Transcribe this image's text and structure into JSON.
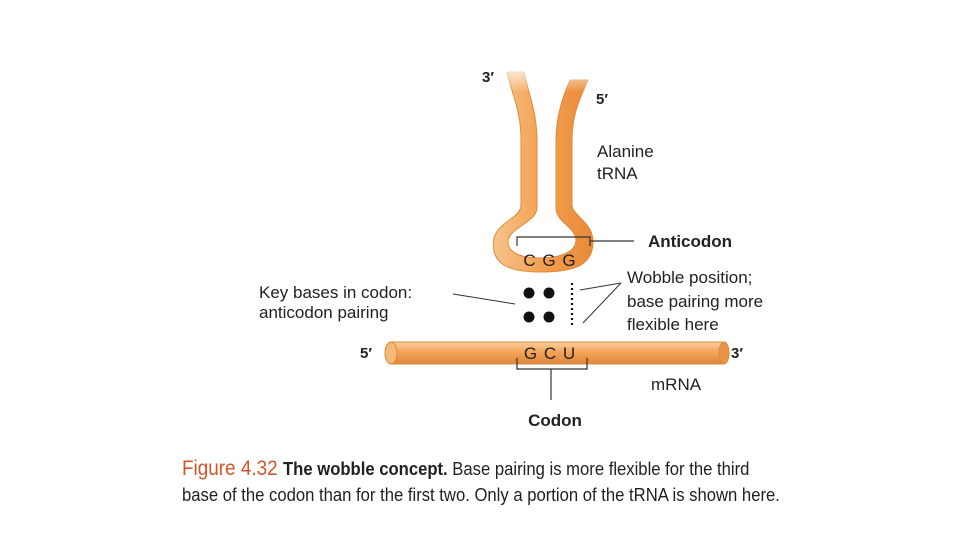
{
  "diagram": {
    "trna_3_end": "3′",
    "trna_5_end": "5′",
    "trna_label_line1": "Alanine",
    "trna_label_line2": "tRNA",
    "anticodon_label": "Anticodon",
    "anticodon_bases": "C G G",
    "wobble_label_line1": "Wobble position;",
    "wobble_label_line2": "base pairing more",
    "wobble_label_line3": "flexible here",
    "key_bases_line1": "Key bases in codon:",
    "key_bases_line2": "anticodon pairing",
    "mrna_5_end": "5′",
    "mrna_3_end": "3′",
    "codon_bases": "G C U",
    "mrna_label": "mRNA",
    "codon_label": "Codon"
  },
  "caption": {
    "figure_number": "Figure 4.32",
    "title": "The wobble concept.",
    "text_line1": " Base pairing is more flexible for the third",
    "text_line2": "base of the codon than for the first two. Only a portion of the tRNA is shown here."
  },
  "colors": {
    "trna_fill": "#f4a85a",
    "trna_stroke": "#d98a3a",
    "mrna_fill": "#f3a256",
    "caption_accent": "#d2542a"
  }
}
